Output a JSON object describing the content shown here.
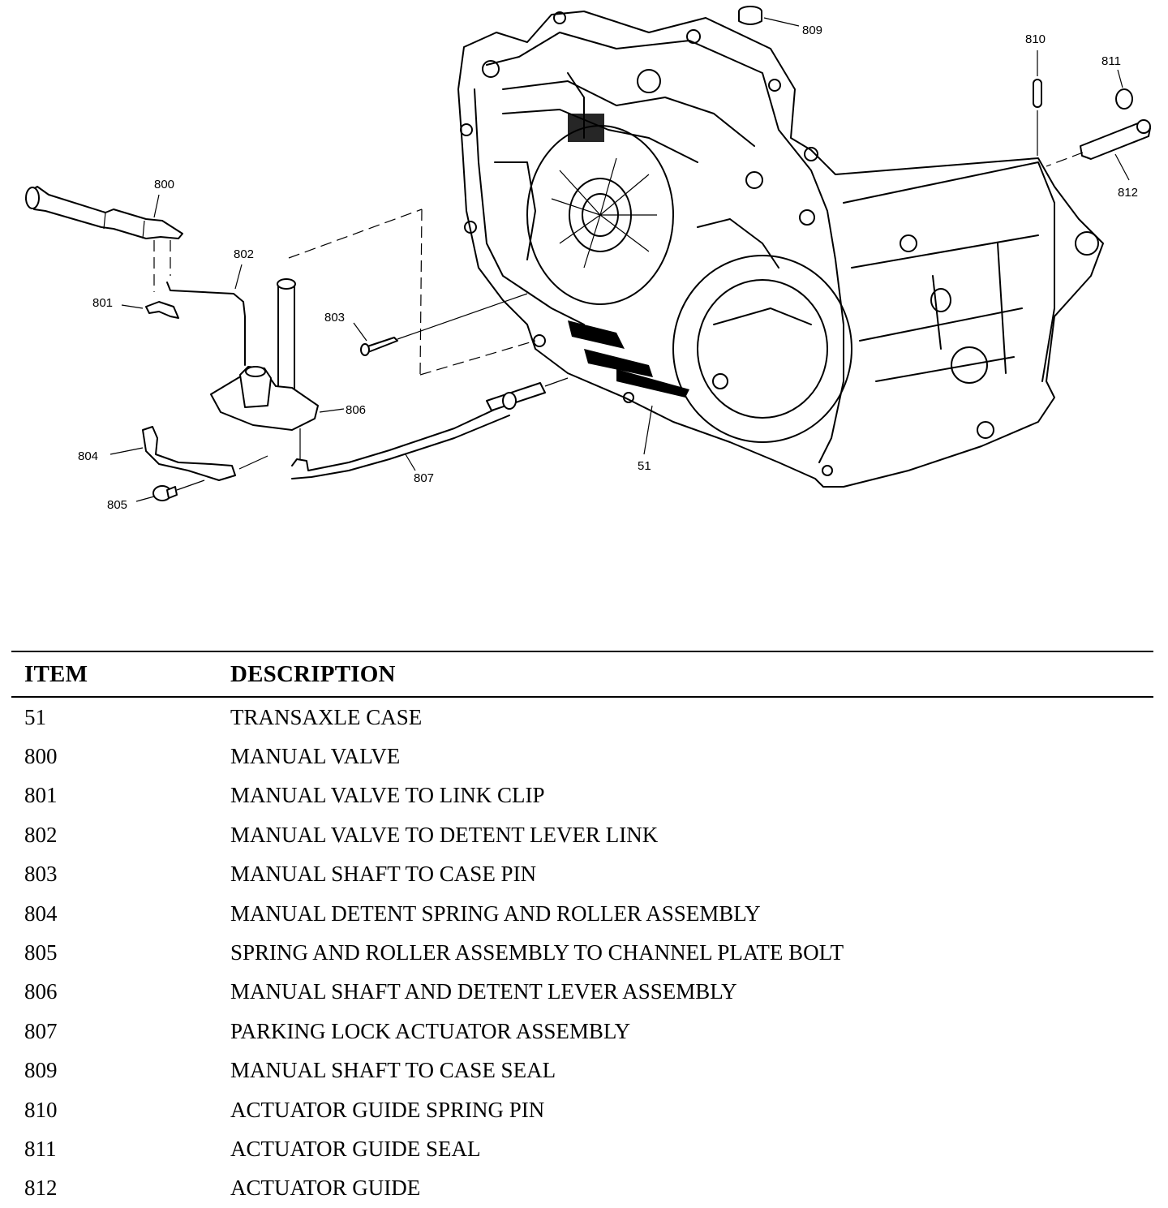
{
  "diagram": {
    "callouts": [
      "809",
      "810",
      "811",
      "812",
      "800",
      "802",
      "801",
      "803",
      "806",
      "804",
      "805",
      "807",
      "51"
    ]
  },
  "table": {
    "headers": {
      "item": "ITEM",
      "description": "DESCRIPTION"
    },
    "rows": [
      {
        "item": "51",
        "description": "TRANSAXLE CASE"
      },
      {
        "item": "800",
        "description": "MANUAL VALVE"
      },
      {
        "item": "801",
        "description": "MANUAL VALVE TO LINK CLIP"
      },
      {
        "item": "802",
        "description": "MANUAL VALVE TO DETENT LEVER LINK"
      },
      {
        "item": "803",
        "description": "MANUAL SHAFT TO CASE PIN"
      },
      {
        "item": "804",
        "description": "MANUAL DETENT SPRING AND ROLLER ASSEMBLY"
      },
      {
        "item": "805",
        "description": "SPRING AND ROLLER ASSEMBLY TO CHANNEL PLATE BOLT"
      },
      {
        "item": "806",
        "description": "MANUAL SHAFT AND DETENT LEVER ASSEMBLY"
      },
      {
        "item": "807",
        "description": "PARKING LOCK ACTUATOR ASSEMBLY"
      },
      {
        "item": "809",
        "description": "MANUAL SHAFT TO CASE SEAL"
      },
      {
        "item": "810",
        "description": "ACTUATOR GUIDE SPRING PIN"
      },
      {
        "item": "811",
        "description": "ACTUATOR GUIDE SEAL"
      },
      {
        "item": "812",
        "description": "ACTUATOR GUIDE"
      }
    ]
  }
}
